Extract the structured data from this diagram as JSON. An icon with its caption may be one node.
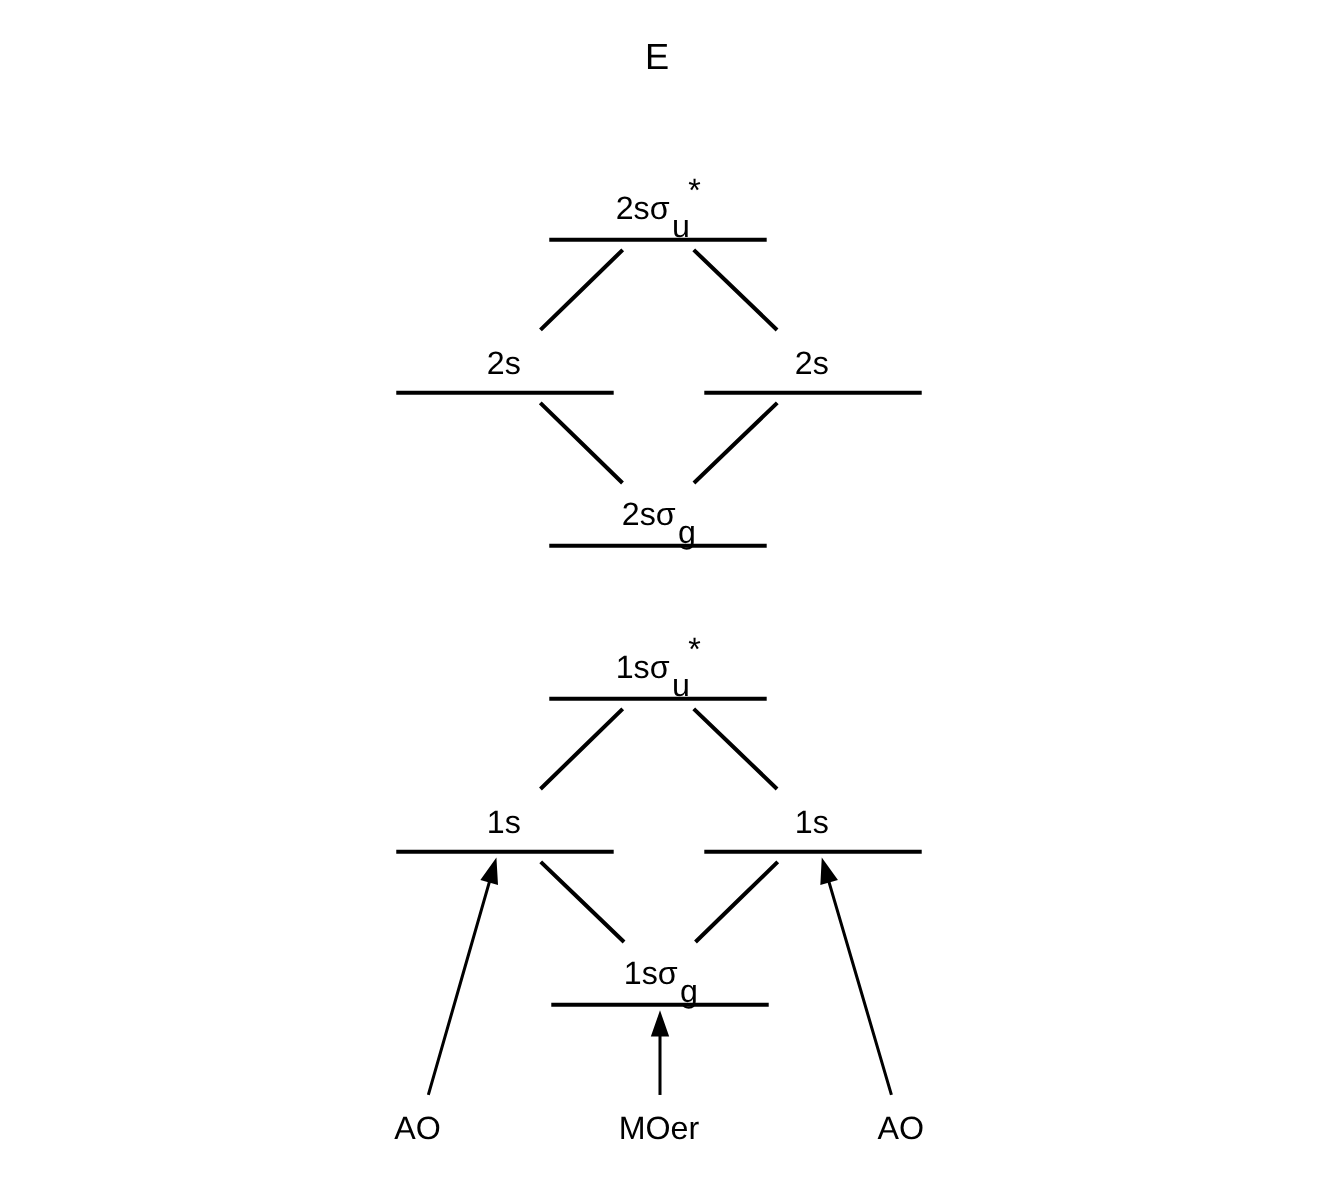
{
  "diagram": {
    "nodes": [
      {
        "text": [
          "2s"
        ]
      },
      {
        "text": [
          "2sσ$_{u}$$^{*}$"
        ]
      },
      {
        "text": [
          "2s"
        ]
      },
      {
        "text": [
          "2sσ$_{g}$"
        ]
      },
      {
        "text": [
          "1sσ$_{u}$$^{*}$"
        ]
      },
      {
        "text": [
          "1s"
        ]
      },
      {
        "text": [
          "1s"
        ]
      },
      {
        "text": [
          "1sσ$_{g}$"
        ]
      },
      {
        "text": [
          "AO"
        ]
      },
      {
        "text": [
          "AO"
        ]
      },
      {
        "text": [
          "MOer"
        ]
      }
    ],
    "edges": [
      {
        "from": 3,
        "to": 0,
        "arrow": "none"
      },
      {
        "from": 0,
        "to": 1,
        "arrow": "none"
      },
      {
        "from": 3,
        "to": 2,
        "arrow": "none"
      },
      {
        "from": 2,
        "to": 1,
        "arrow": "none"
      },
      {
        "from": 7,
        "to": 5,
        "arrow": "none"
      },
      {
        "from": 5,
        "to": 4,
        "arrow": "none"
      },
      {
        "from": 7,
        "to": 6,
        "arrow": "none"
      },
      {
        "from": 6,
        "to": 4,
        "arrow": "none"
      },
      {
        "from": 8,
        "to": 5,
        "arrow": "to"
      },
      {
        "from": 9,
        "to": 6,
        "arrow": "to"
      },
      {
        "from": 10,
        "to": 7,
        "arrow": "to"
      }
    ],
    "labels": [
      "E"
    ]
  }
}
